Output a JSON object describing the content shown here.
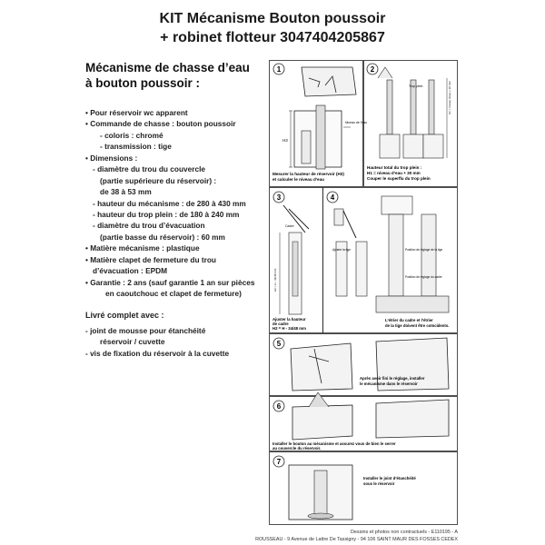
{
  "title": {
    "line1": "KIT Mécanisme Bouton poussoir",
    "line2": "+ robinet flotteur 3047404205867"
  },
  "subtitle": {
    "line1": "Mécanisme de chasse d’eau",
    "line2": "à bouton poussoir :"
  },
  "specs": [
    {
      "text": "• Pour réservoir wc apparent",
      "level": 0
    },
    {
      "text": "• Commande de chasse : bouton poussoir",
      "level": 0
    },
    {
      "text": "- coloris : chromé",
      "level": 2
    },
    {
      "text": "- transmission : tige",
      "level": 2
    },
    {
      "text": "• Dimensions :",
      "level": 0
    },
    {
      "text": "- diamètre du trou du couvercle",
      "level": 1
    },
    {
      "text": "(partie supérieure du réservoir) :",
      "level": 2
    },
    {
      "text": "de 38 à 53 mm",
      "level": 2
    },
    {
      "text": "- hauteur du mécanisme : de 280 à 430 mm",
      "level": 1
    },
    {
      "text": "- hauteur du trop plein : de 180 à 240 mm",
      "level": 1
    },
    {
      "text": "- diamètre du trou d’évacuation",
      "level": 1
    },
    {
      "text": "(partie basse du réservoir) : 60 mm",
      "level": 2
    },
    {
      "text": "• Matière mécanisme : plastique",
      "level": 0
    },
    {
      "text": "• Matière clapet de fermeture du trou",
      "level": 0
    },
    {
      "text": "d’évacuation : EPDM",
      "level": 1
    },
    {
      "text": "• Garantie : 2 ans (sauf garantie 1 an sur pièces",
      "level": 0
    },
    {
      "text": "en caoutchouc et clapet de fermeture)",
      "level": 3
    }
  ],
  "delivered": {
    "title": "Livré complet avec :",
    "items": [
      "- joint de mousse pour étanchéité",
      "réservoir / cuvette",
      "- vis de fixation du réservoir à la cuvette"
    ]
  },
  "steps": {
    "s1": {
      "num": "1",
      "caption1": "Mesurer la hauteur de réservoir (H3)",
      "caption2": "et calculer le niveau d’eau",
      "label_h3": "H3",
      "label_niveau": "Niveau de l’eau"
    },
    "s2": {
      "num": "2",
      "caption1": "Hauteur total du trop plein :",
      "caption2": "H1 = niveau d’eau + 30 mm",
      "caption3": "Couper le superflu du trop plein",
      "label_trop": "Trop plein",
      "label_h1": "H1 = niveau d’eau + 30 mm"
    },
    "s3": {
      "num": "3",
      "caption1": "Ajuster la hauteur",
      "caption2": "de cadre",
      "caption3": "H2 = H - 34/48 mm",
      "label_cadre": "Cadre",
      "label_h2": "H2 = H - 34/48 mm"
    },
    "s4": {
      "num": "4",
      "caption1": "L’étrier du cadre et l’étrier",
      "caption2": "de la tige doivent être coïncidents.",
      "label_ajuster": "Ajuster la tige",
      "label_position": "Position de réglage de la tige",
      "label_position2": "Position de réglage du cadre"
    },
    "s5": {
      "num": "5",
      "caption1": "Après avoir fini le réglage, installer",
      "caption2": "le mécanisme dans le réservoir"
    },
    "s6": {
      "num": "6",
      "caption1": "Installer le bouton au mécanisme et assurez vous de bien le serrer",
      "caption2": "au couvercle du réservoir."
    },
    "s7": {
      "num": "7",
      "caption1": "Installer le joint d’étanchéité",
      "caption2": "sous le réservoir"
    }
  },
  "footer": {
    "line1": "Dessins et photos non contractuels - E110195 - A",
    "line2": "ROUSSEAU - 9 Avenue de Lattre De Tassigny - 94 106 SAINT MAUR DES FOSSES CEDEX"
  }
}
